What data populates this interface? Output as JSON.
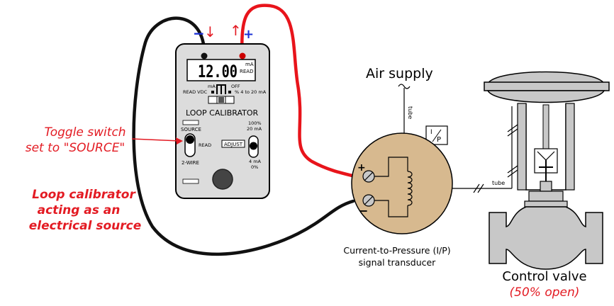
{
  "colors": {
    "wire_red": "#e8141b",
    "wire_black": "#111111",
    "transducer_fill": "#d7b98f",
    "calibrator_fill": "#dcdcdc",
    "valve_fill": "#c8c8c8",
    "annotation_red": "#e31b23",
    "polarity_blue": "#1a2fd6"
  },
  "calibrator": {
    "display_value": "12.00",
    "display_unit": "mA",
    "display_mode": "READ",
    "mode_ma": "mA",
    "mode_off": "OFF",
    "mode_read_vdc": "READ VDC",
    "mode_percent": "% 4 to 20 mA",
    "title": "LOOP CALIBRATOR",
    "source_label": "SOURCE",
    "read_label": "READ",
    "two_wire_label": "2-WIRE",
    "adjust_label": "ADJUST",
    "range_top": "100%",
    "range_top_ma": "20 mA",
    "range_bottom_ma": "4 mA",
    "range_bottom": "0%",
    "neg_terminal": "−",
    "pos_terminal": "+",
    "arrow_down": "↓",
    "arrow_up": "↑"
  },
  "annotations": {
    "toggle_line1": "Toggle switch",
    "toggle_line2": "set to \"SOURCE\"",
    "source_line1": "Loop calibrator",
    "source_line2": "acting as an",
    "source_line3": "electrical source"
  },
  "transducer": {
    "air_supply": "Air supply",
    "tube_supply": "tube",
    "ip_i": "I",
    "ip_p": "P",
    "plus": "+",
    "minus": "−",
    "caption_line1": "Current-to-Pressure (I/P)",
    "caption_line2": "signal transducer",
    "tube_output": "tube"
  },
  "valve": {
    "label": "Control valve",
    "status": "(50% open)"
  }
}
